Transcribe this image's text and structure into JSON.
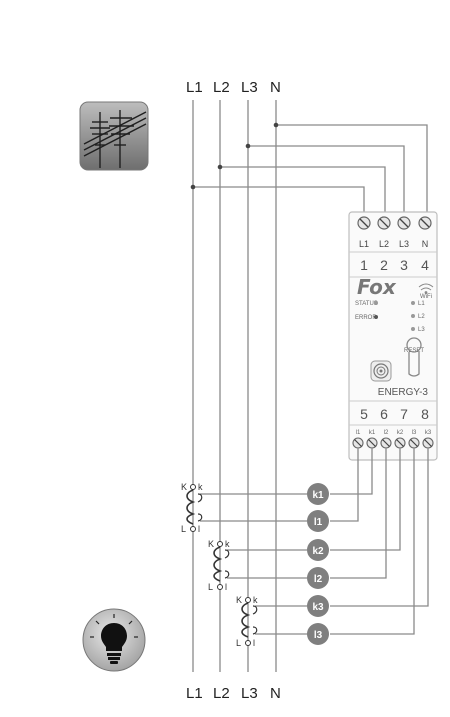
{
  "top_labels": [
    "L1",
    "L2",
    "L3",
    "N"
  ],
  "bottom_labels": [
    "L1",
    "L2",
    "L3",
    "N"
  ],
  "device": {
    "input_terminals": [
      "L1",
      "L2",
      "L3",
      "N"
    ],
    "input_numbers": [
      "1",
      "2",
      "3",
      "4"
    ],
    "brand": "Fox",
    "wifi": "WiFi",
    "status_label": "STATUS",
    "error_label": "ERROR",
    "phase_leds": [
      "L1",
      "L2",
      "L3"
    ],
    "reset_label": "RESET",
    "model": "ENERGY-3",
    "output_numbers": [
      "5",
      "6",
      "7",
      "8"
    ],
    "output_terminals": [
      "l1",
      "k1",
      "l2",
      "k2",
      "l3",
      "k3"
    ]
  },
  "ct_markings": {
    "K": "K",
    "k": "k",
    "L": "L",
    "l": "l"
  },
  "badges": [
    "k1",
    "l1",
    "k2",
    "l2",
    "k3",
    "l3"
  ],
  "icons": {
    "source": "power-pylon-icon",
    "load": "light-bulb-icon"
  },
  "colors": {
    "wire": "#7a7a7a",
    "badge": "#7f7f7f",
    "device_border": "#bdbdbd",
    "icon_bg": "#8a8a8a"
  }
}
